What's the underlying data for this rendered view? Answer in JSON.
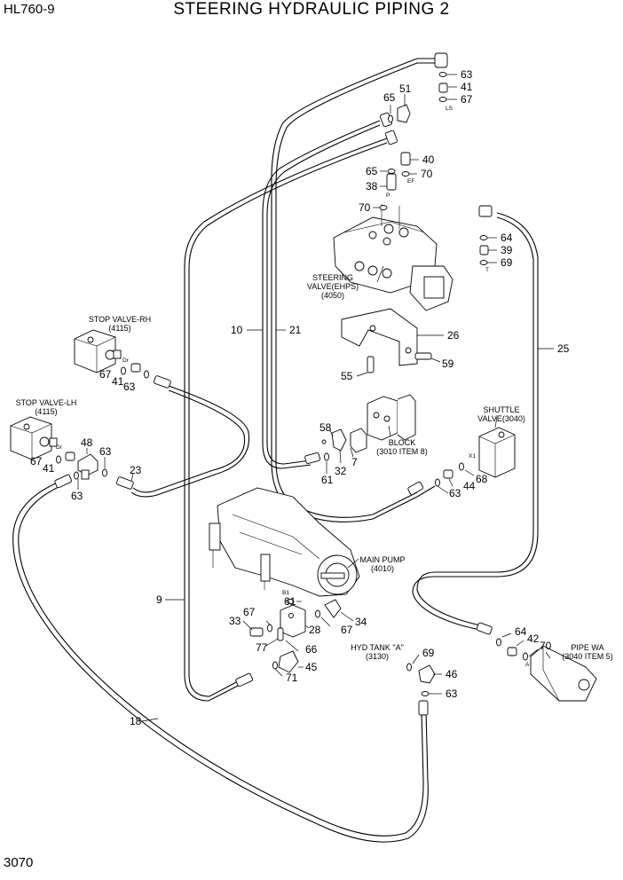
{
  "header": {
    "model": "HL760-9",
    "title": "STEERING HYDRAULIC PIPING 2"
  },
  "footer": {
    "page_number": "3070"
  },
  "components": {
    "stop_valve_rh": [
      "STOP VALVE-RH",
      "(4115)"
    ],
    "stop_valve_lh": [
      "STOP VALVE-LH",
      "(4115)"
    ],
    "steering_valve": [
      "STEERING",
      "VALVE(EHPS)",
      "(4050)"
    ],
    "shuttle_valve": [
      "SHUTTLE",
      "VALVE(3040)"
    ],
    "block": [
      "BLOCK",
      "(3010 ITEM 8)"
    ],
    "main_pump": [
      "MAIN PUMP",
      "(4010)"
    ],
    "hyd_tank": [
      "HYD TANK \"A\"",
      "(3130)"
    ],
    "pipe_wa": [
      "PIPE WA",
      "(3040 ITEM 5)"
    ]
  },
  "port_labels": {
    "ls": "LS",
    "ef": "EF",
    "p": "P",
    "t": "T",
    "dr_rh": "Dr",
    "dr_lh": "Dr",
    "x1": "X1",
    "b1": "B1",
    "a": "A"
  },
  "callouts": [
    {
      "id": "c63a",
      "text": "63"
    },
    {
      "id": "c41a",
      "text": "41"
    },
    {
      "id": "c67a",
      "text": "67"
    },
    {
      "id": "c65a",
      "text": "65"
    },
    {
      "id": "c51",
      "text": "51"
    },
    {
      "id": "c40",
      "text": "40"
    },
    {
      "id": "c65b",
      "text": "65"
    },
    {
      "id": "c70a",
      "text": "70"
    },
    {
      "id": "c38",
      "text": "38"
    },
    {
      "id": "c70b",
      "text": "70"
    },
    {
      "id": "c64a",
      "text": "64"
    },
    {
      "id": "c39",
      "text": "39"
    },
    {
      "id": "c69a",
      "text": "69"
    },
    {
      "id": "c10",
      "text": "10"
    },
    {
      "id": "c21",
      "text": "21"
    },
    {
      "id": "c26",
      "text": "26"
    },
    {
      "id": "c25",
      "text": "25"
    },
    {
      "id": "c55",
      "text": "55"
    },
    {
      "id": "c59",
      "text": "59"
    },
    {
      "id": "c67b",
      "text": "67"
    },
    {
      "id": "c41b",
      "text": "41"
    },
    {
      "id": "c63b",
      "text": "63"
    },
    {
      "id": "c58",
      "text": "58"
    },
    {
      "id": "c7",
      "text": "7"
    },
    {
      "id": "c32",
      "text": "32"
    },
    {
      "id": "c61a",
      "text": "61"
    },
    {
      "id": "c48",
      "text": "48"
    },
    {
      "id": "c63c",
      "text": "63"
    },
    {
      "id": "c67c",
      "text": "67"
    },
    {
      "id": "c41c",
      "text": "41"
    },
    {
      "id": "c23",
      "text": "23"
    },
    {
      "id": "c63d",
      "text": "63"
    },
    {
      "id": "c68",
      "text": "68"
    },
    {
      "id": "c44",
      "text": "44"
    },
    {
      "id": "c63e",
      "text": "63"
    },
    {
      "id": "c9",
      "text": "9"
    },
    {
      "id": "c61b",
      "text": "61"
    },
    {
      "id": "c34",
      "text": "34"
    },
    {
      "id": "c33",
      "text": "33"
    },
    {
      "id": "c67d",
      "text": "67"
    },
    {
      "id": "c28",
      "text": "28"
    },
    {
      "id": "c67e",
      "text": "67"
    },
    {
      "id": "c77",
      "text": "77"
    },
    {
      "id": "c66",
      "text": "66"
    },
    {
      "id": "c45",
      "text": "45"
    },
    {
      "id": "c71",
      "text": "71"
    },
    {
      "id": "c64b",
      "text": "64"
    },
    {
      "id": "c42",
      "text": "42"
    },
    {
      "id": "c70c",
      "text": "70"
    },
    {
      "id": "c69b",
      "text": "69"
    },
    {
      "id": "c46",
      "text": "46"
    },
    {
      "id": "c63f",
      "text": "63"
    },
    {
      "id": "c18",
      "text": "18"
    }
  ]
}
